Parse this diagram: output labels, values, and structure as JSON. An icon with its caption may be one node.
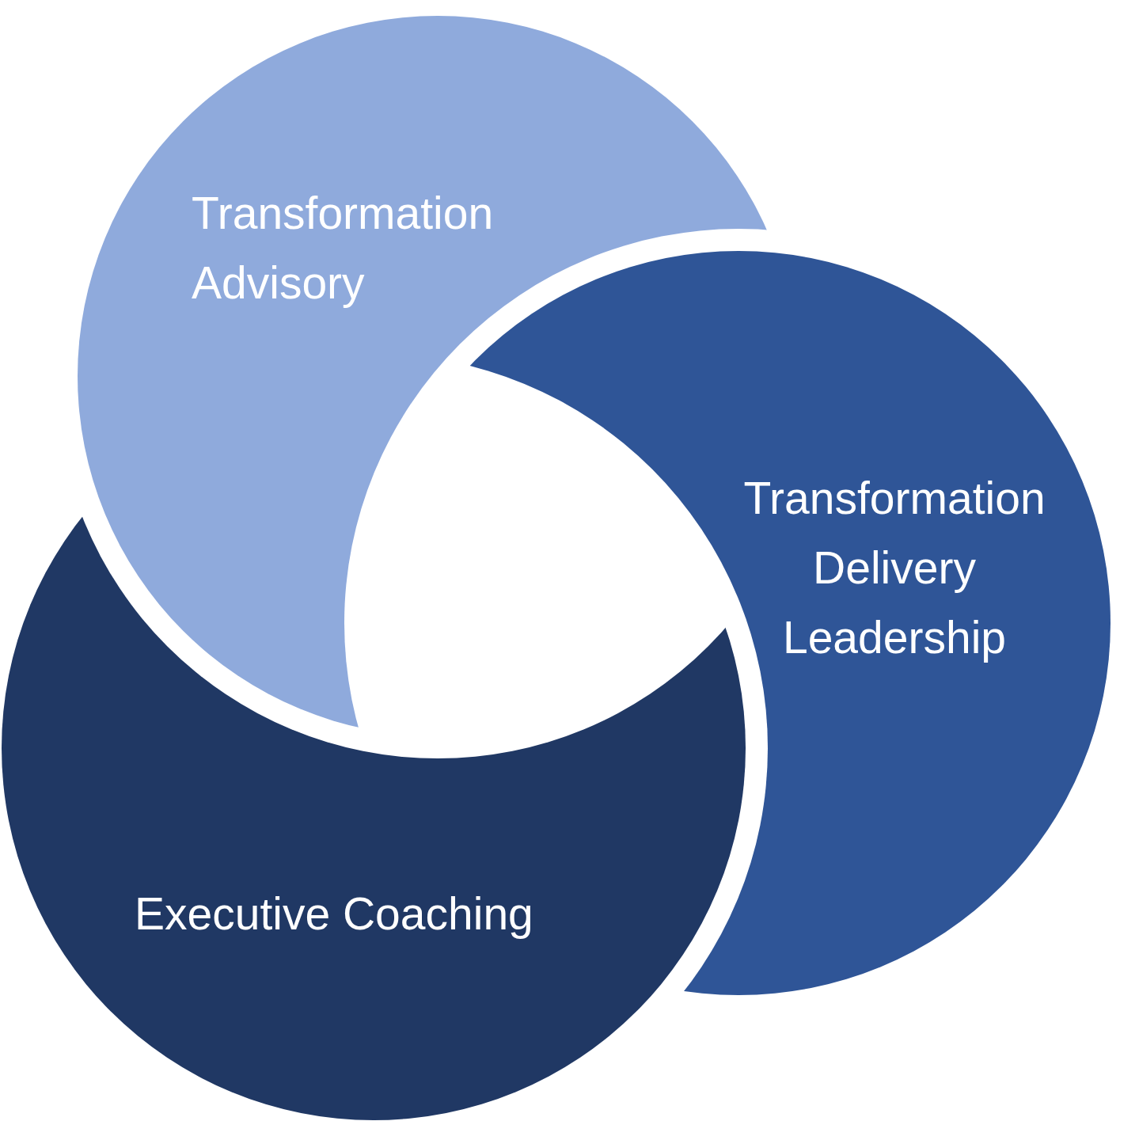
{
  "diagram": {
    "nodes": [
      {
        "text": [
          "Transformation Advisory"
        ]
      },
      {
        "text": [
          "Transformation Delivery Leadership"
        ]
      },
      {
        "text": [
          "Executive Coaching"
        ]
      }
    ]
  }
}
